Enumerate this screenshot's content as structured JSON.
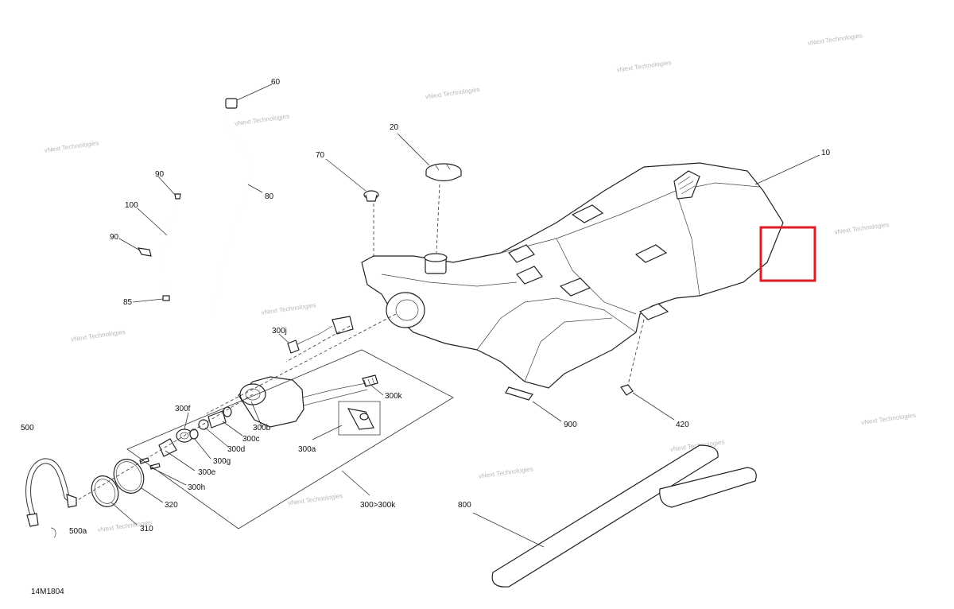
{
  "diagram": {
    "drawing_code": "14M1804",
    "watermark": "vNext Technologies",
    "highlight_color": "#dd1c24",
    "callouts": {
      "c10": "10",
      "c20": "20",
      "c60": "60",
      "c70": "70",
      "c80": "80",
      "c85": "85",
      "c90a": "90",
      "c90b": "90",
      "c100": "100",
      "c300a": "300a",
      "c300b": "300b",
      "c300c": "300c",
      "c300d": "300d",
      "c300e": "300e",
      "c300f": "300f",
      "c300g": "300g",
      "c300h": "300h",
      "c300j": "300j",
      "c300k": "300k",
      "c300range": "300>300k",
      "c310": "310",
      "c320": "320",
      "c420": "420",
      "c500": "500",
      "c500a": "500a",
      "c800": "800",
      "c900": "900"
    }
  }
}
